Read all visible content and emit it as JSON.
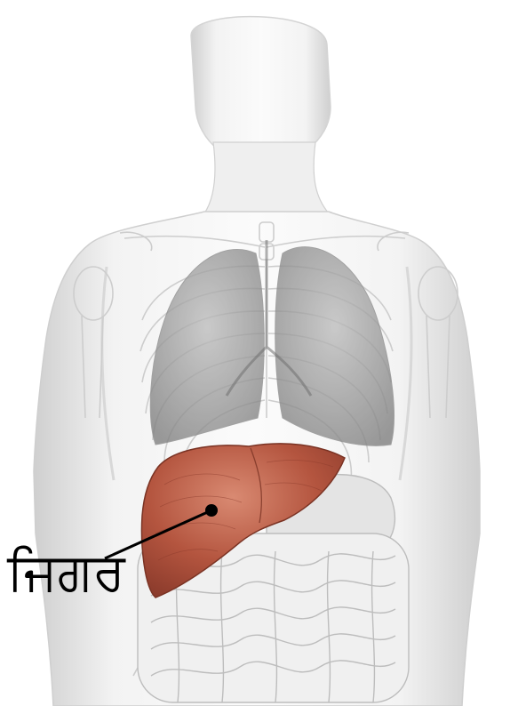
{
  "diagram": {
    "labels": {
      "liver": "ਜਿਗਰ"
    },
    "colors": {
      "liver": "#b4553f",
      "liver_dark": "#8a3a2b",
      "body_shade": "#e6e6e6",
      "body_outline": "#c7c7c7",
      "lung": "#8f8f8f",
      "pointer": "#000000",
      "background": "#ffffff"
    },
    "icons": [
      "torso-illustration",
      "liver-organ",
      "lungs",
      "intestines",
      "ribcage"
    ]
  }
}
